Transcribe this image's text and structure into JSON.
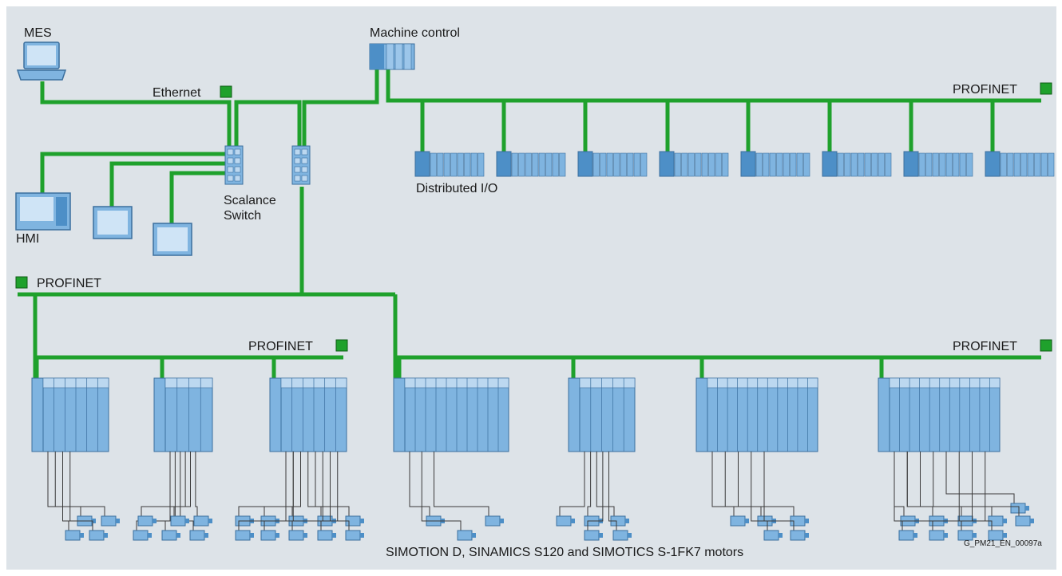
{
  "colors": {
    "background": "#dde3e8",
    "network_line": "#1fa12c",
    "device_fill": "#7fb4e0",
    "device_dark": "#4d8fc7",
    "device_light": "#bcd8f0",
    "cable": "#3a3a3a"
  },
  "labels": {
    "mes": "MES",
    "machine_control": "Machine control",
    "ethernet": "Ethernet",
    "profinet_top": "PROFINET",
    "distributed_io": "Distributed I/O",
    "scalance": "Scalance",
    "switch": "Switch",
    "hmi": "HMI",
    "profinet_mid": "PROFINET",
    "profinet_left_drives": "PROFINET",
    "profinet_right_drives": "PROFINET",
    "caption": "SIMOTION D, SINAMICS S120 and SIMOTICS S-1FK7 motors",
    "figure_id": "G_PM21_EN_00097a"
  },
  "icons": {
    "mes": "laptop-icon",
    "machine_control": "plc-controller-icon",
    "switch": "network-switch-icon",
    "hmi": "hmi-panel-icon",
    "io": "io-module-icon",
    "drive": "drive-unit-icon",
    "motor": "servo-motor-icon",
    "network_marker": "green-square-icon"
  },
  "counts": {
    "distributed_io_stations": 8,
    "drive_groups": 7,
    "hmi_panels": 3
  }
}
